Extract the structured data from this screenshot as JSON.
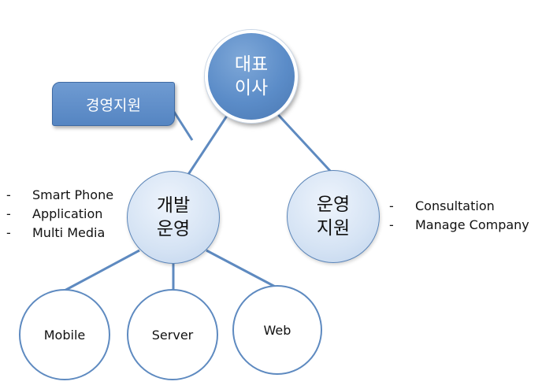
{
  "nodes": {
    "ceo": {
      "line1": "대표",
      "line2": "이사"
    },
    "dev": {
      "line1": "개발",
      "line2": "운영"
    },
    "ops": {
      "line1": "운영",
      "line2": "지원"
    },
    "mobile": {
      "label": "Mobile"
    },
    "server": {
      "label": "Server"
    },
    "web": {
      "label": "Web"
    }
  },
  "callout": {
    "label": "경영지원"
  },
  "dev_items": {
    "bullet": "-",
    "items": [
      "Smart Phone",
      "Application",
      "Multi Media"
    ]
  },
  "ops_items": {
    "bullet": "-",
    "items": [
      "Consultation",
      "Manage Company"
    ]
  },
  "colors": {
    "connector": "#5e8ac0",
    "ceo_fill": "#5b8cc8",
    "dept_fill": "#d5e3f4",
    "callout_fill": "#6290cb"
  }
}
